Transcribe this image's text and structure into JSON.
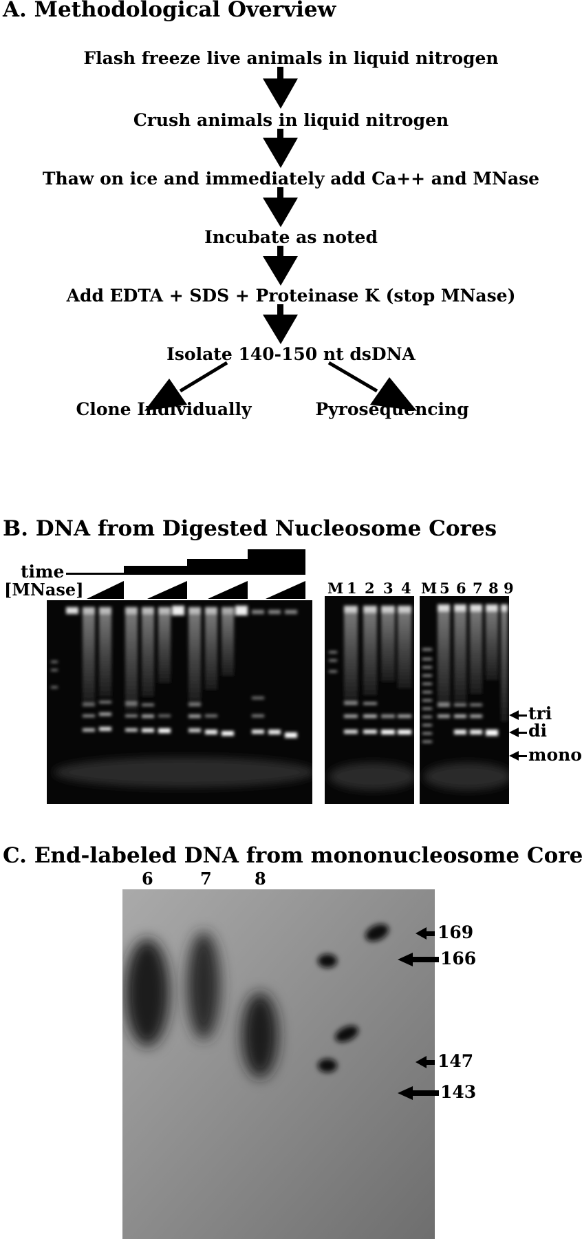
{
  "panel_a": {
    "heading": "A.  Methodological Overview",
    "steps": [
      "Flash freeze live animals in liquid nitrogen",
      "Crush animals in liquid nitrogen",
      "Thaw on ice and immediately add Ca++ and MNase",
      "Incubate as noted",
      "Add EDTA + SDS + Proteinase K (stop MNase)",
      "Isolate 140-150 nt dsDNA"
    ],
    "branches": [
      "Clone Individually",
      "Pyrosequencing"
    ]
  },
  "panel_b": {
    "heading": "B.  DNA from Digested Nucleosome Cores",
    "time_label": "time",
    "mnase_label": "[MNase]",
    "middle_gel_lanes": [
      "M",
      "1",
      "2",
      "3",
      "4"
    ],
    "right_gel_lanes": [
      "M",
      "5",
      "6",
      "7",
      "8",
      "9"
    ],
    "band_labels": [
      "tri",
      "di",
      "mono"
    ]
  },
  "panel_c": {
    "heading": "C.  End-labeled DNA from mononucleosome Cores",
    "lanes": [
      "6",
      "7",
      "8"
    ],
    "size_markers": [
      "169",
      "166",
      "147",
      "143"
    ]
  }
}
